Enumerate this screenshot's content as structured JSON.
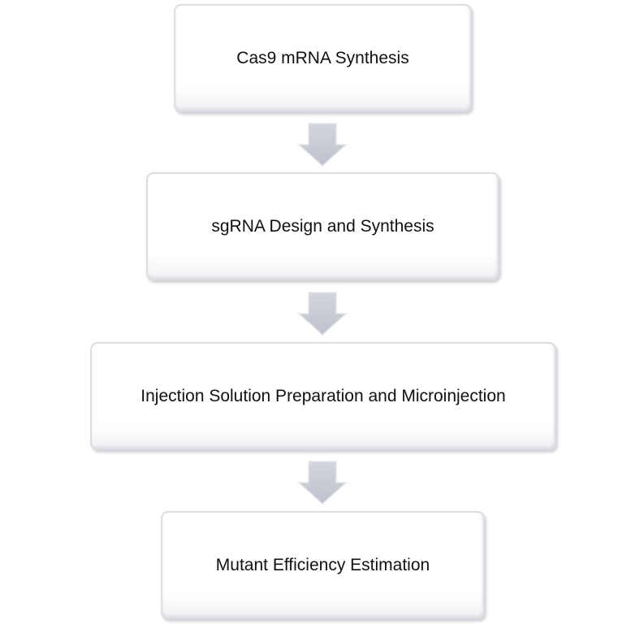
{
  "diagram": {
    "type": "flowchart",
    "steps": [
      {
        "label": "Cas9 mRNA Synthesis"
      },
      {
        "label": "sgRNA Design and Synthesis"
      },
      {
        "label": "Injection Solution Preparation and Microinjection"
      },
      {
        "label": "Mutant Efficiency Estimation"
      }
    ],
    "colors": {
      "box_fill": "#ffffff",
      "box_border": "#dcdce2",
      "arrow_fill": "#c9cbd6",
      "text": "#111111"
    }
  }
}
